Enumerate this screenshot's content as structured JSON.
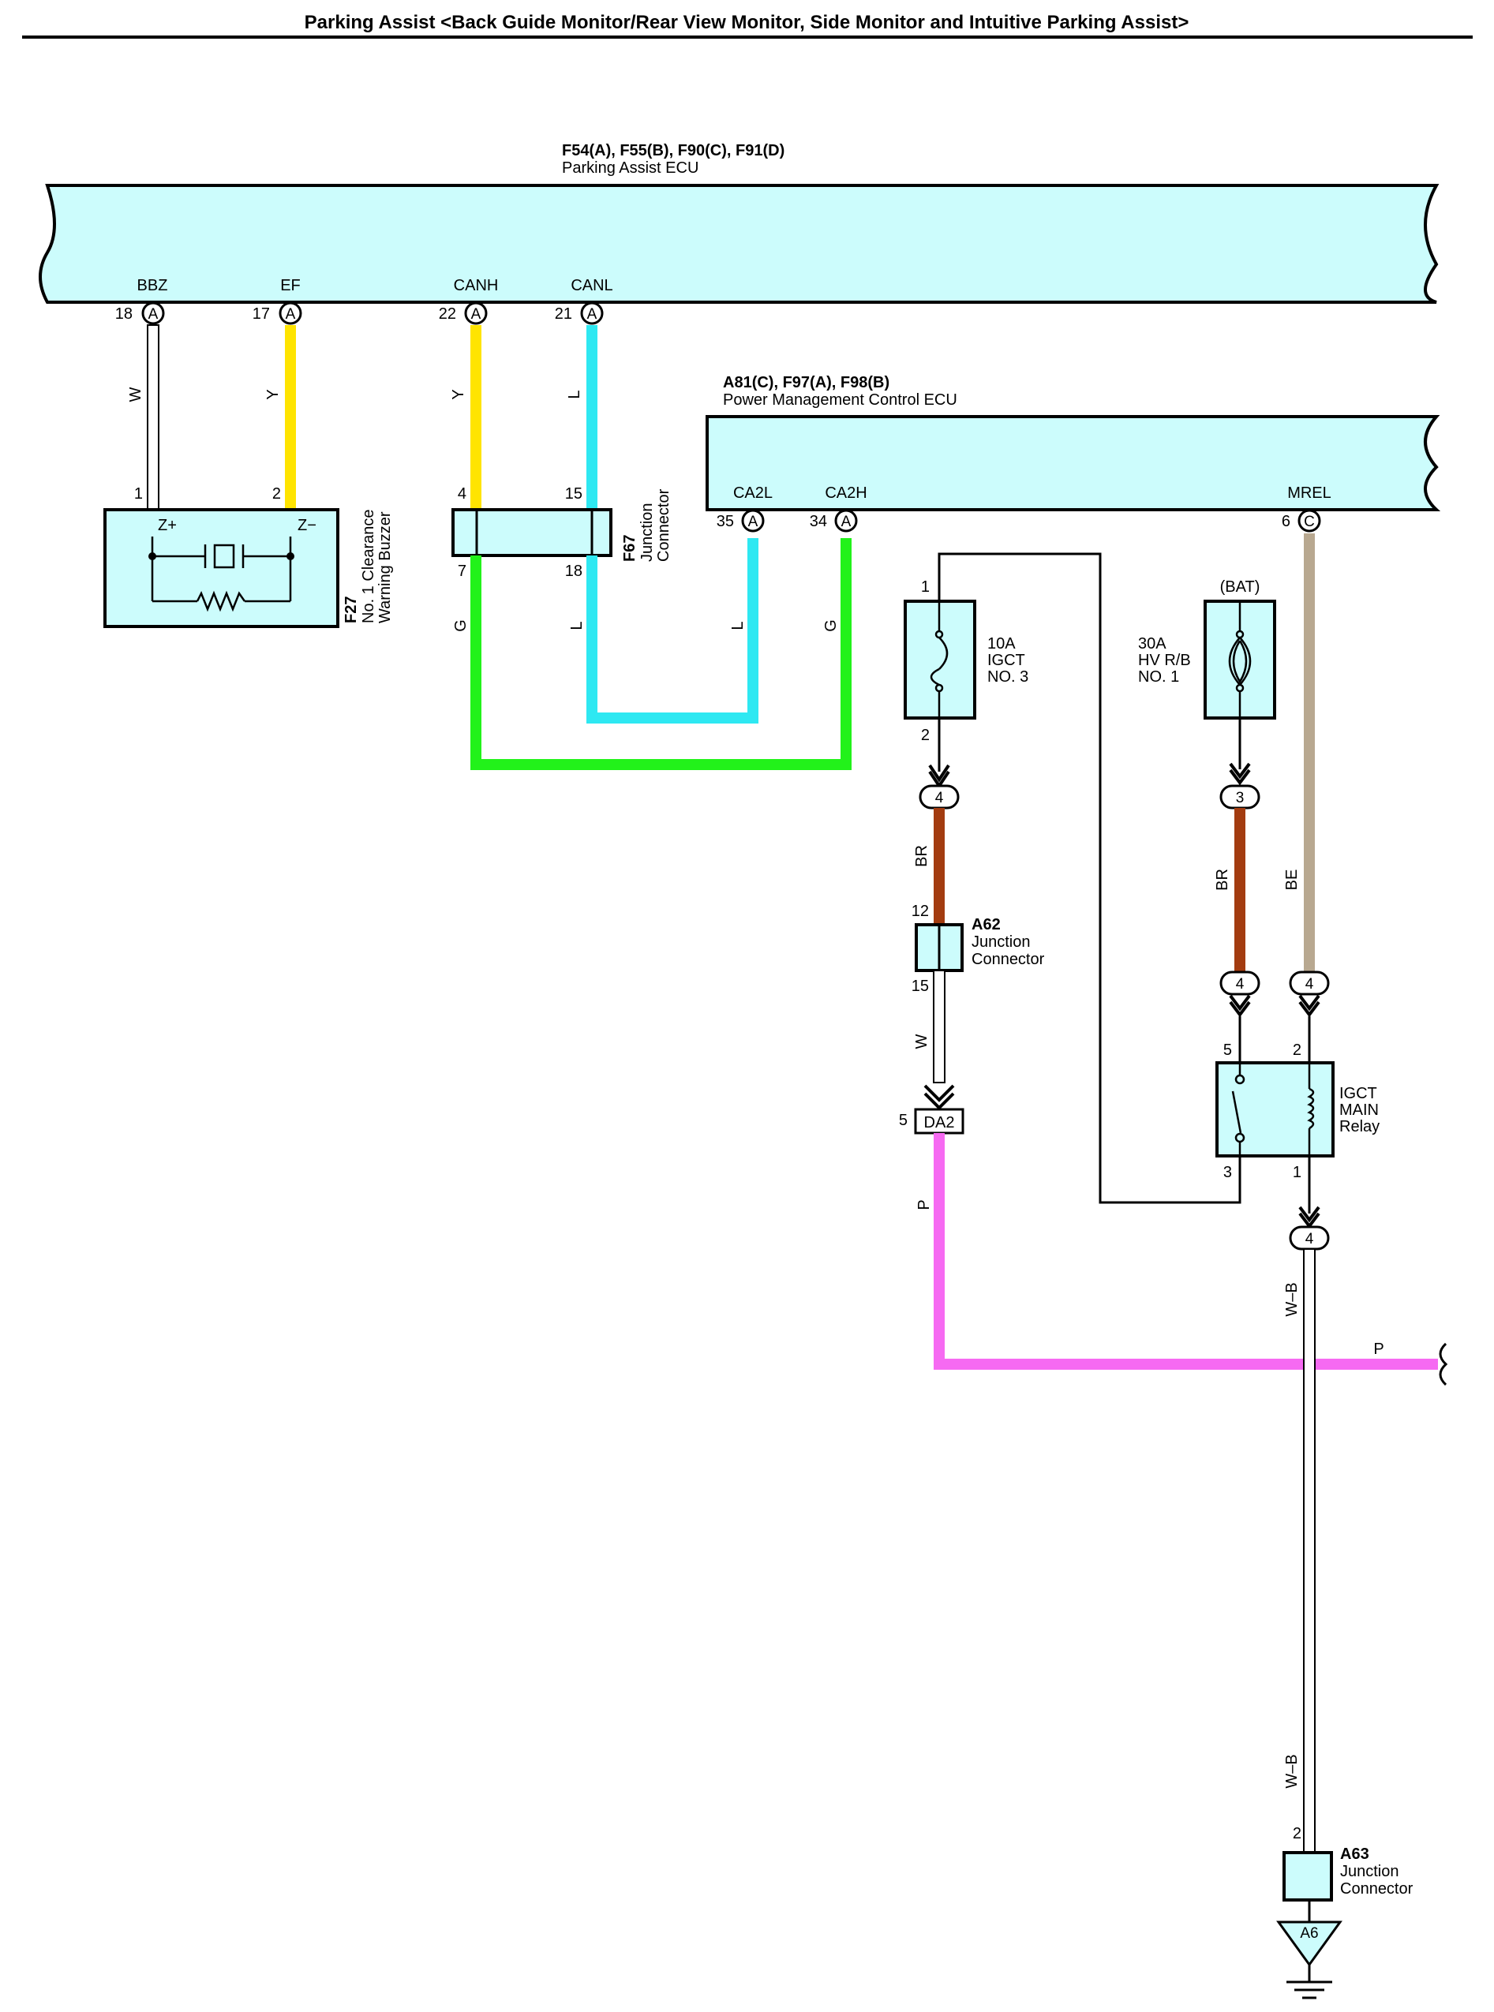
{
  "header": {
    "title": "Parking Assist <Back Guide Monitor/Rear View Monitor, Side Monitor and Intuitive Parking Assist>"
  },
  "ecu_parking": {
    "connectors": "F54(A), F55(B), F90(C), F91(D)",
    "name": "Parking Assist ECU",
    "terminals": [
      {
        "name": "BBZ",
        "pin": "18",
        "conn": "A"
      },
      {
        "name": "EF",
        "pin": "17",
        "conn": "A"
      },
      {
        "name": "CANH",
        "pin": "22",
        "conn": "A"
      },
      {
        "name": "CANL",
        "pin": "21",
        "conn": "A"
      }
    ]
  },
  "ecu_power": {
    "connectors": "A81(C), F97(A), F98(B)",
    "name": "Power Management Control ECU",
    "terminals": [
      {
        "name": "CA2L",
        "pin": "35",
        "conn": "A"
      },
      {
        "name": "CA2H",
        "pin": "34",
        "conn": "A"
      },
      {
        "name": "MREL",
        "pin": "6",
        "conn": "C"
      }
    ]
  },
  "buzzer": {
    "code": "F27",
    "name_line1": "No. 1 Clearance",
    "name_line2": "Warning Buzzer",
    "pin1": "1",
    "pin2": "2",
    "t1": "Z+",
    "t2": "Z−"
  },
  "jc_f67": {
    "code": "F67",
    "name_line1": "Junction",
    "name_line2": "Connector",
    "pin_tl": "4",
    "pin_tr": "15",
    "pin_bl": "7",
    "pin_br": "18"
  },
  "fuse_igct": {
    "line1": "10A",
    "line2": "IGCT",
    "line3": "NO. 3",
    "pin_top": "1",
    "pin_bottom": "2"
  },
  "fuse_hv": {
    "top_label": "(BAT)",
    "line1": "30A",
    "line2": "HV R/B",
    "line3": "NO. 1"
  },
  "jc_a62": {
    "code": "A62",
    "name_line1": "Junction",
    "name_line2": "Connector",
    "pin_top": "12",
    "pin_bottom": "15"
  },
  "connector_da2": {
    "label": "DA2",
    "pin": "5"
  },
  "relay": {
    "line1": "IGCT",
    "line2": "MAIN",
    "line3": "Relay",
    "pin5": "5",
    "pin2": "2",
    "pin3": "3",
    "pin1": "1"
  },
  "jc_a63": {
    "code": "A63",
    "name_line1": "Junction",
    "name_line2": "Connector",
    "pin": "2"
  },
  "ground": {
    "label": "A6"
  },
  "inline_connectors": {
    "fuse_out": "4",
    "hv_out": "3",
    "br_in": "4",
    "be_in": "4",
    "relay_out": "4"
  },
  "wire_labels": {
    "bbz": "W",
    "ef": "Y",
    "canh": "Y",
    "canl": "L",
    "g_left": "G",
    "l_mid": "L",
    "l_right": "L",
    "g_right": "G",
    "br_left": "BR",
    "w_a62": "W",
    "p_da2": "P",
    "br_right": "BR",
    "be": "BE",
    "wb_upper": "W–B",
    "wb_lower": "W–B",
    "p_horizontal": "P"
  },
  "wire_colors": {
    "white": "#ffffff",
    "yellow": "#ffe400",
    "cyan": "#2ee8f2",
    "green": "#22f21a",
    "brown": "#a33c10",
    "beige": "#b8a890",
    "pink": "#f66af2",
    "box_fill": "#ccfcfc"
  }
}
